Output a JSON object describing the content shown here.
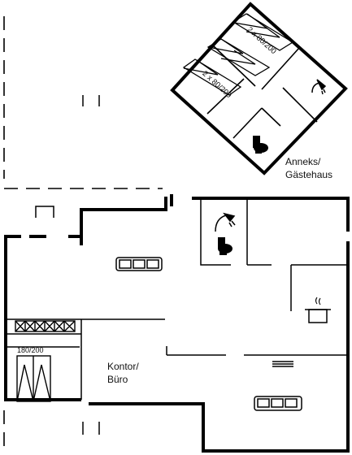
{
  "labels": {
    "annex_line1": "Anneks/",
    "annex_line2": "Gästehaus",
    "office_line1": "Kontor/",
    "office_line2": "Büro",
    "bed_a": "2 x 80/200",
    "bed_b": "2 x 80/200",
    "bed_main": "180/200"
  },
  "icons": [
    "shower-icon",
    "toilet-icon",
    "sofa-icon",
    "cooking-pot-icon",
    "bed-icon",
    "stairs-icon",
    "window-icon"
  ]
}
